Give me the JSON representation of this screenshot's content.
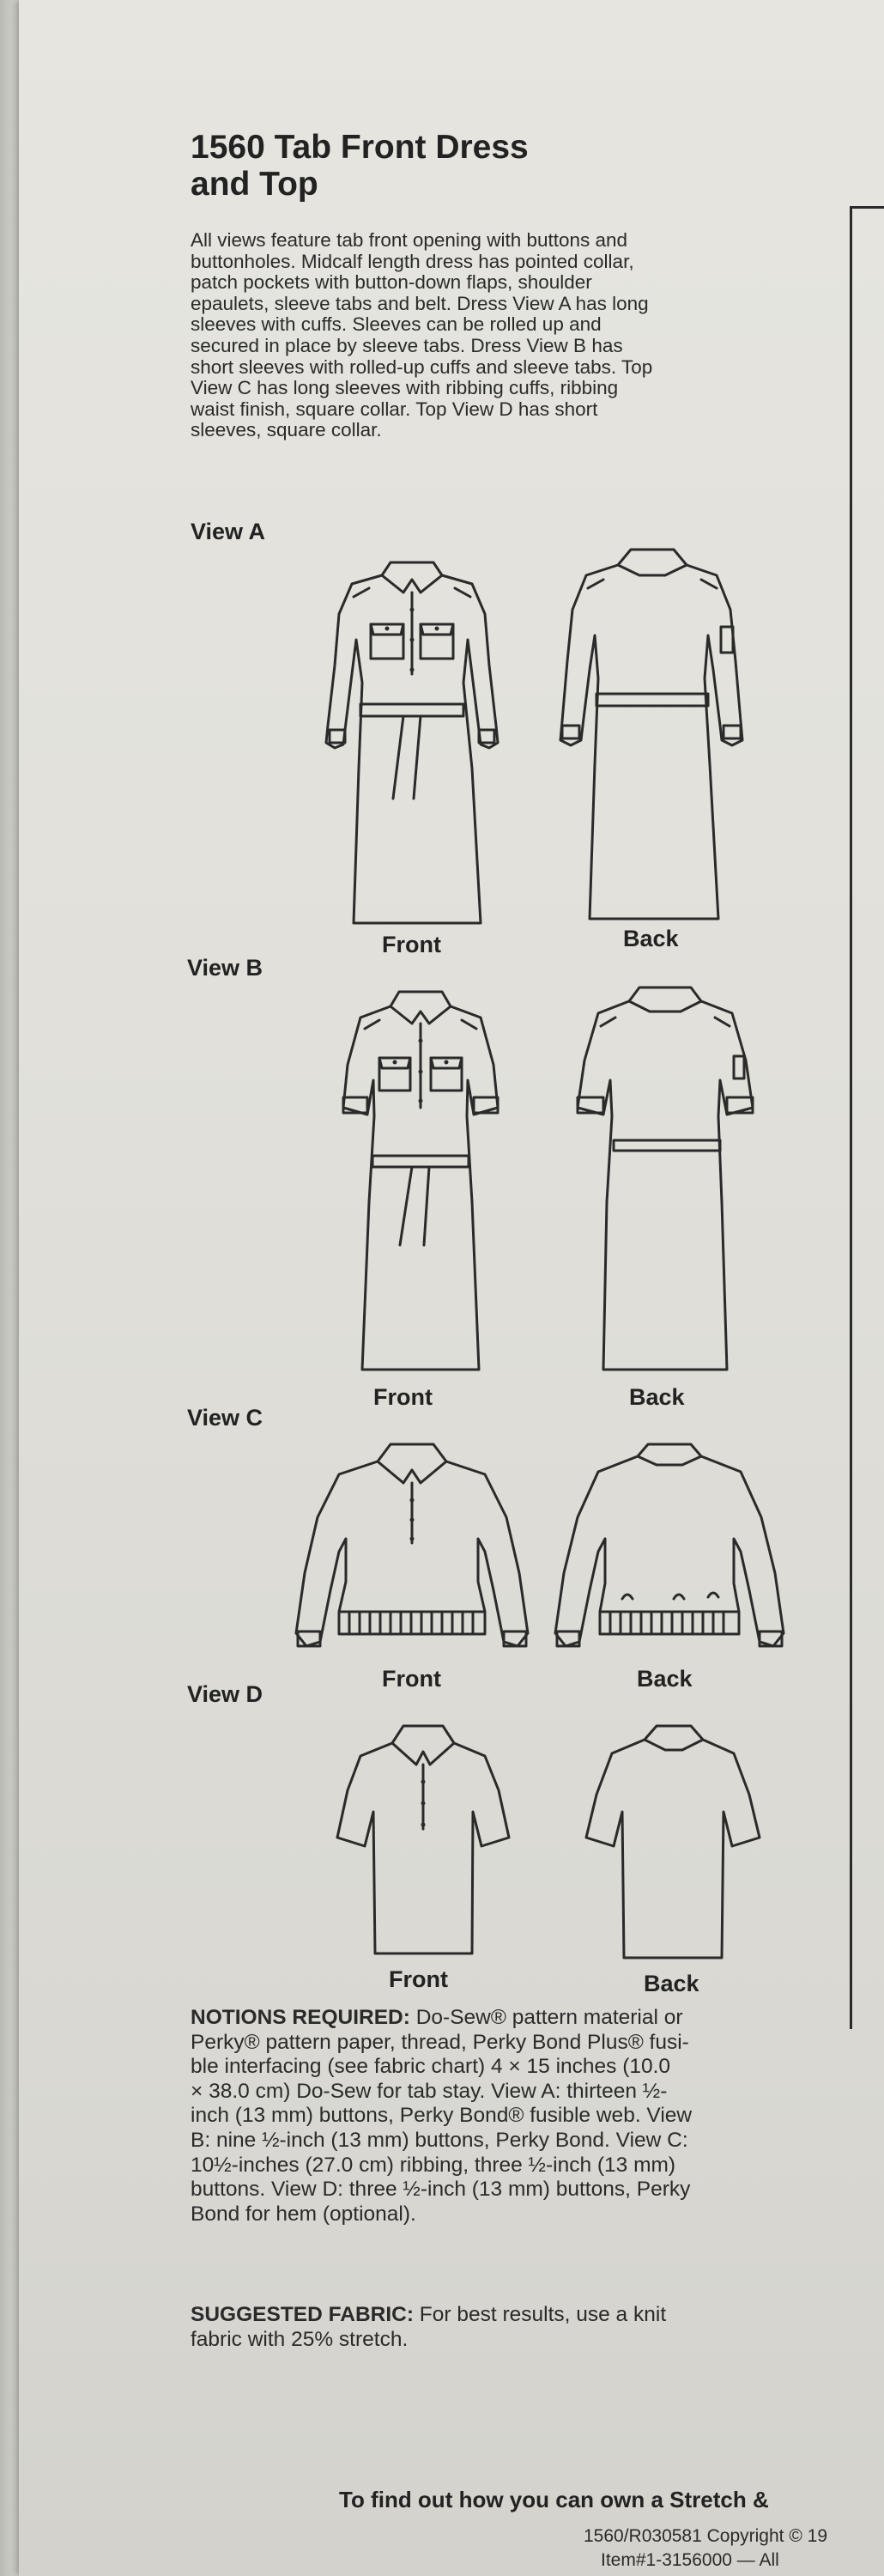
{
  "document": {
    "title_line1": "1560 Tab Front Dress",
    "title_line2": "and Top",
    "description_lines": [
      "All views feature tab front opening with buttons and",
      "buttonholes. Midcalf length dress has pointed collar,",
      "patch pockets with button-down flaps, shoulder",
      "epaulets, sleeve tabs and belt. Dress View A has long",
      "sleeves with cuffs. Sleeves can be rolled up and",
      "secured in place by sleeve tabs. Dress View B has",
      "short sleeves with rolled-up cuffs and sleeve tabs. Top",
      "View C has long sleeves with ribbing cuffs, ribbing",
      "waist finish, square collar. Top View D has short",
      "sleeves, square collar."
    ]
  },
  "views": [
    {
      "label": "View A",
      "front_caption": "Front",
      "back_caption": "Back"
    },
    {
      "label": "View B",
      "front_caption": "Front",
      "back_caption": "Back"
    },
    {
      "label": "View C",
      "front_caption": "Front",
      "back_caption": "Back"
    },
    {
      "label": "View D",
      "front_caption": "Front",
      "back_caption": "Back"
    }
  ],
  "notions": {
    "heading": "NOTIONS REQUIRED:",
    "lines": [
      " Do-Sew® pattern material or",
      "Perky® pattern paper, thread, Perky Bond Plus® fusi-",
      "ble interfacing (see fabric chart) 4 × 15 inches (10.0",
      "× 38.0 cm) Do-Sew for tab stay. View A: thirteen ½-",
      "inch (13 mm) buttons, Perky Bond® fusible web. View",
      "B: nine ½-inch (13 mm) buttons, Perky Bond. View C:",
      "10½-inches (27.0 cm) ribbing, three ½-inch (13 mm)",
      "buttons. View D: three ½-inch (13 mm) buttons, Perky",
      "Bond for hem (optional)."
    ]
  },
  "fabric": {
    "heading": "SUGGESTED FABRIC:",
    "line1": " For best results, use a knit",
    "line2": "fabric with 25% stretch."
  },
  "footer": {
    "cta": "To find out how you can own a Stretch &",
    "copyright": "1560/R030581 Copyright © 19",
    "item": "Item#1-3156000 — All"
  },
  "colors": {
    "paper": "#e4e3dd",
    "ink": "#2a2a2a",
    "background": "#c9c9c3",
    "stripe_red": "#9c2a25",
    "stripe_blue": "#2c3866"
  }
}
